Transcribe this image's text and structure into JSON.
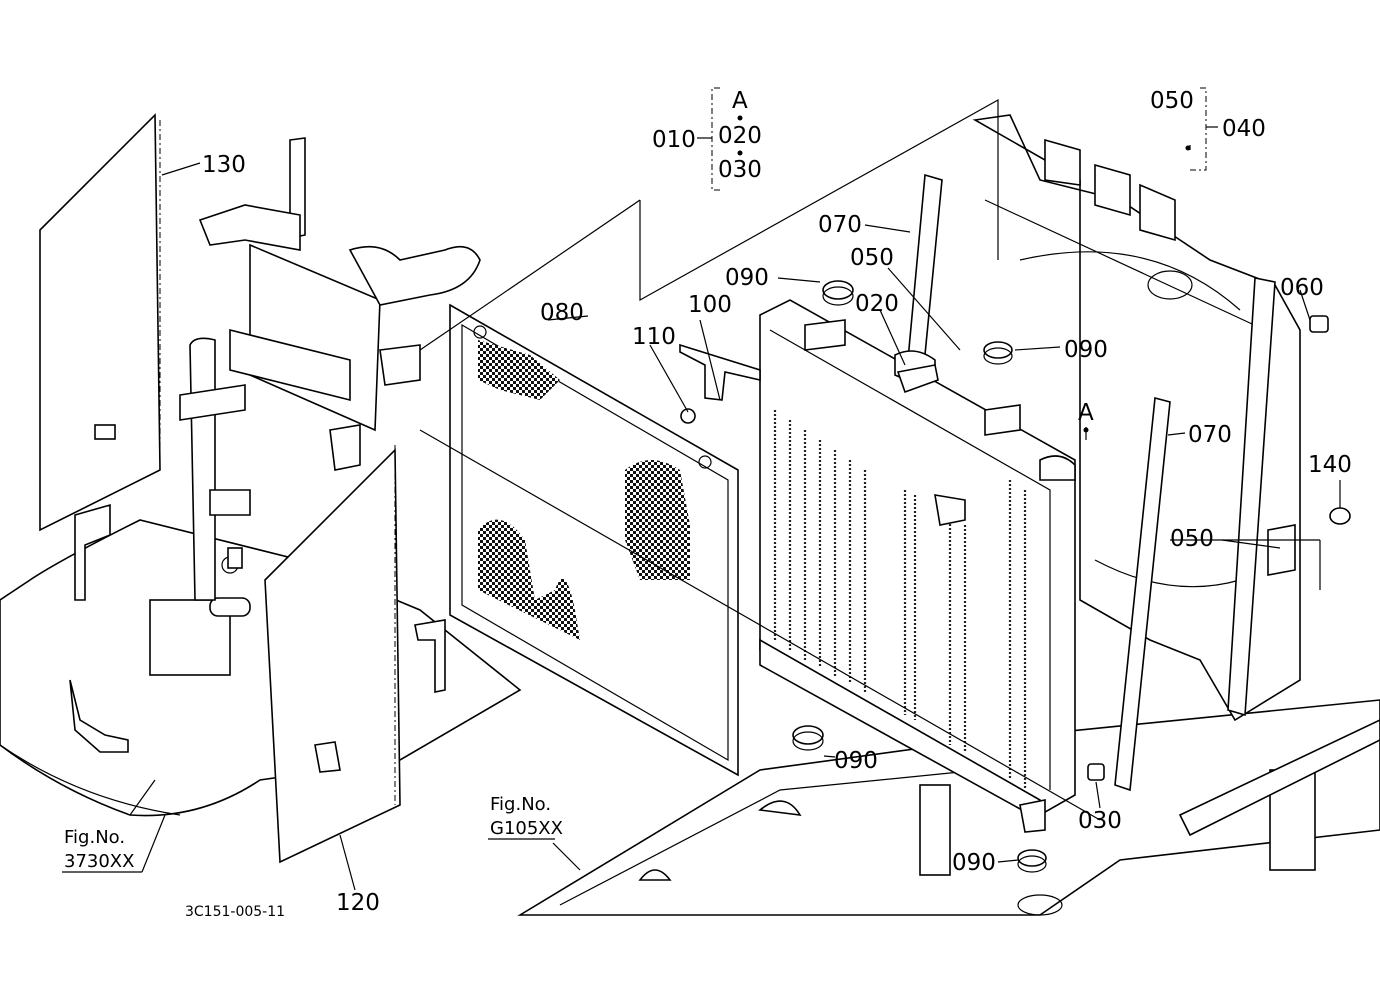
{
  "callouts": {
    "p010": "010",
    "p020_set": "020",
    "p030_set": "030",
    "kit_a": "A",
    "p040": "040",
    "p050_top": "050",
    "p050_mid": "050",
    "p050_right": "050",
    "p060": "060",
    "p070_left": "070",
    "p070_right": "070",
    "p080": "080",
    "p090_top_left": "090",
    "p090_top_right": "090",
    "p090_bottom": "090",
    "p090_bottom_right": "090",
    "p100": "100",
    "p110": "110",
    "p120": "120",
    "p130": "130",
    "p140": "140",
    "p020_cap": "020",
    "p030_drain": "030",
    "ref_a": "A"
  },
  "figure_refs": {
    "left_label": "Fig.No.",
    "left_number": "3730XX",
    "center_label": "Fig.No.",
    "center_number": "G105XX"
  },
  "drawing_id": "3C151-005-11"
}
